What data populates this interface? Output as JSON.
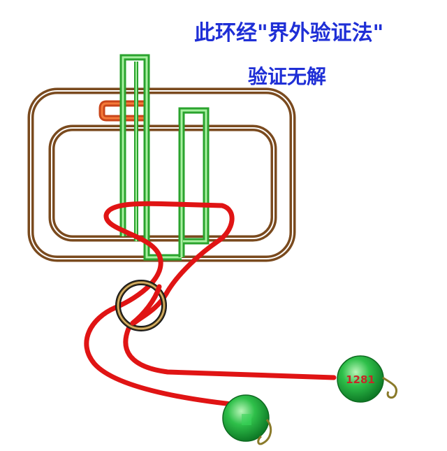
{
  "title": "此环经\"界外验证法\"",
  "subtitle": "验证无解",
  "ball_label": "1281",
  "colors": {
    "text": "#1f2fd6",
    "frame": "#7a4a1e",
    "frame_fill": "#ffffff",
    "wire": "#39c43a",
    "hook": "#e35a1a",
    "string": "#e01414",
    "ring": "#6b4a1a",
    "ball": "#22b14c",
    "ball_label": "#c62828"
  }
}
